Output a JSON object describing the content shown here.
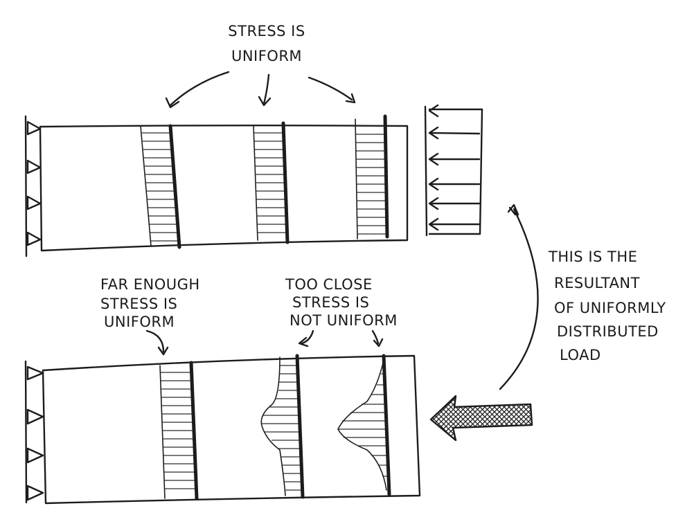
{
  "annotations": {
    "top_label": [
      "STRESS IS",
      "UNIFORM"
    ],
    "far_label": [
      "FAR ENOUGH",
      "STRESS IS",
      "UNIFORM"
    ],
    "close_label": [
      "TOO CLOSE",
      "STRESS IS",
      "NOT UNIFORM"
    ],
    "resultant_label": [
      "THIS IS THE",
      "RESULTANT",
      "OF UNIFORMLY",
      "DISTRIBUTED",
      "LOAD"
    ]
  },
  "colors": {
    "ink": "#1c1c1c",
    "background": "#ffffff"
  }
}
